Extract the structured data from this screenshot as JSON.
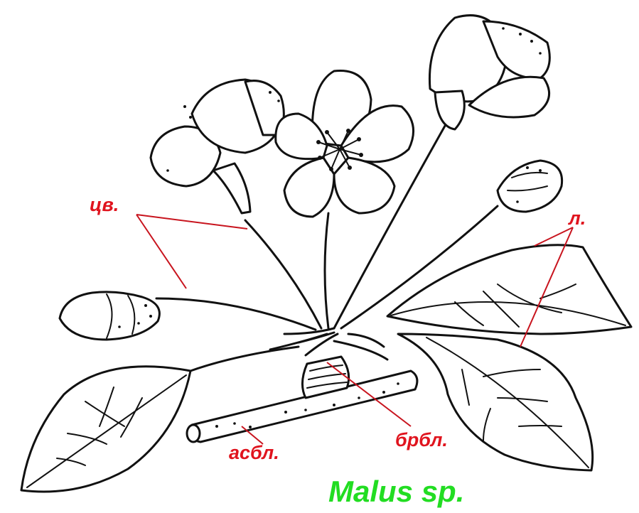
{
  "labels": {
    "flower": "цв.",
    "leaf": "л.",
    "brachyblast": "брбл.",
    "auxiblast": "асбл."
  },
  "species": "Malus sp.",
  "colors": {
    "label": "#e0141e",
    "leader": "#c8141e",
    "species": "#22dd22",
    "ink": "#111111"
  }
}
